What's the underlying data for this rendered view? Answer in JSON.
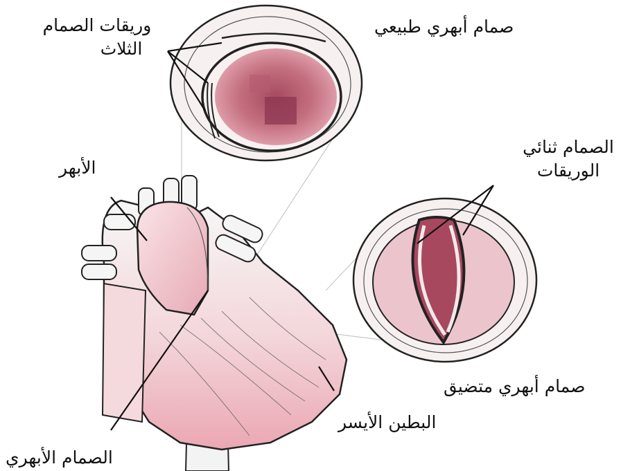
{
  "labels": {
    "tricuspid_leaflets_line1": "وريقات الصمام",
    "tricuspid_leaflets_line2": "الثلاث",
    "normal_valve": "صمام أبهري طبيعي",
    "bicuspid_line1": "الصمام ثنائي",
    "bicuspid_line2": "الوريقات",
    "aorta": "الأبهر",
    "stenotic_valve": "صمام أبهري متضيق",
    "left_ventricle": "البطين الأيسر",
    "aortic_valve": "الصمام الأبهري"
  },
  "colors": {
    "ink": "#1a1a1a",
    "tissue_pink": "#c9707f",
    "tissue_dark": "#9c3f56",
    "heart_pink": "#f2c4cb",
    "outline": "#222222"
  }
}
